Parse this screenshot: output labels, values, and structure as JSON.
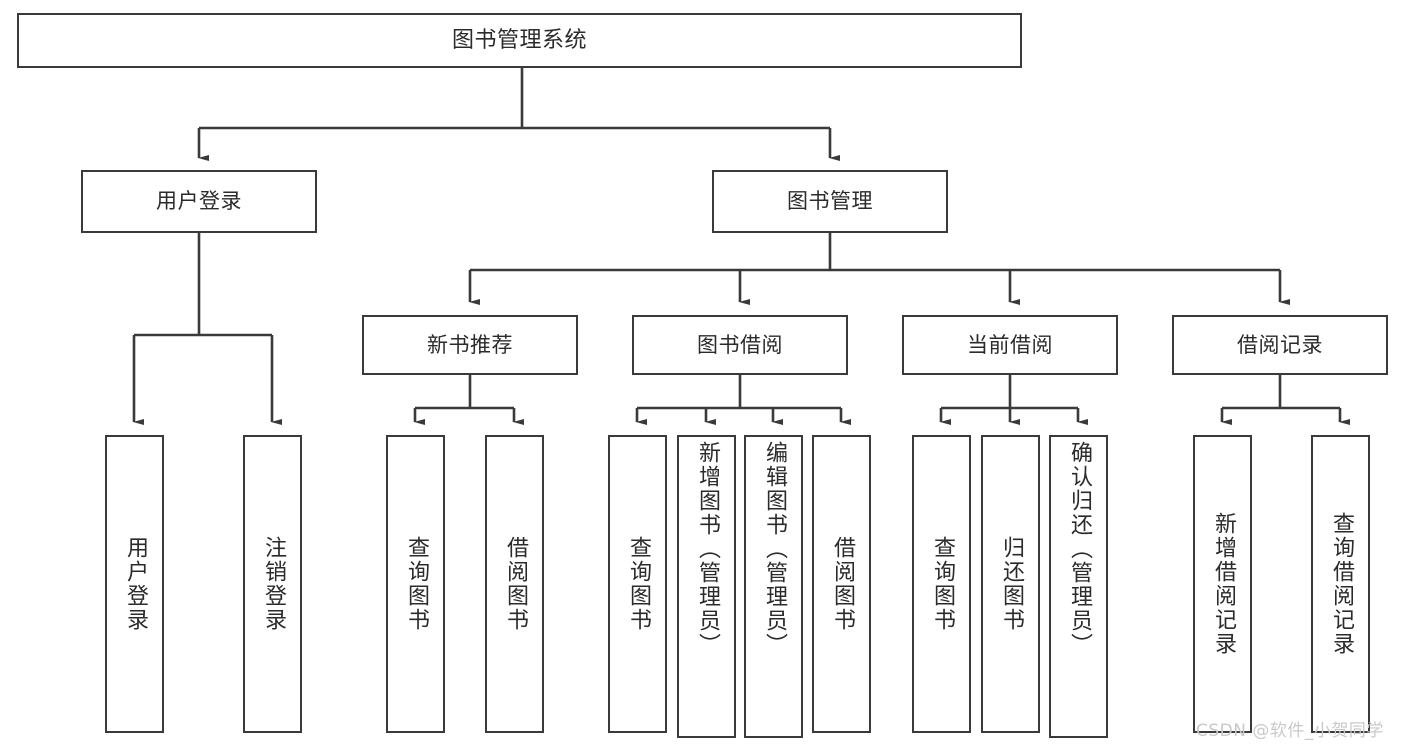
{
  "diagram": {
    "title": "图书管理系统",
    "watermark": "CSDN @软件_小贺同学",
    "colors": {
      "box_border": "#3a3a3a",
      "connector": "#3a3a3a",
      "background": "#ffffff",
      "text": "#2b2b2b",
      "watermark": "#c9c9c9"
    },
    "root": {
      "label": "图书管理系统"
    },
    "level2": [
      {
        "label": "用户登录"
      },
      {
        "label": "图书管理"
      }
    ],
    "level3": [
      {
        "label": "新书推荐"
      },
      {
        "label": "图书借阅"
      },
      {
        "label": "当前借阅"
      },
      {
        "label": "借阅记录"
      }
    ],
    "leaves": {
      "user_login": [
        {
          "label": "用户登录"
        },
        {
          "label": "注销登录"
        }
      ],
      "new_book_recommend": [
        {
          "label": "查询图书"
        },
        {
          "label": "借阅图书"
        }
      ],
      "book_borrow": [
        {
          "label": "查询图书"
        },
        {
          "label": "新增图书（管理员）"
        },
        {
          "label": "编辑图书（管理员）"
        },
        {
          "label": "借阅图书"
        }
      ],
      "current_borrow": [
        {
          "label": "查询图书"
        },
        {
          "label": "归还图书"
        },
        {
          "label": "确认归还（管理员）"
        }
      ],
      "borrow_record": [
        {
          "label": "新增借阅记录"
        },
        {
          "label": "查询借阅记录"
        }
      ]
    }
  }
}
